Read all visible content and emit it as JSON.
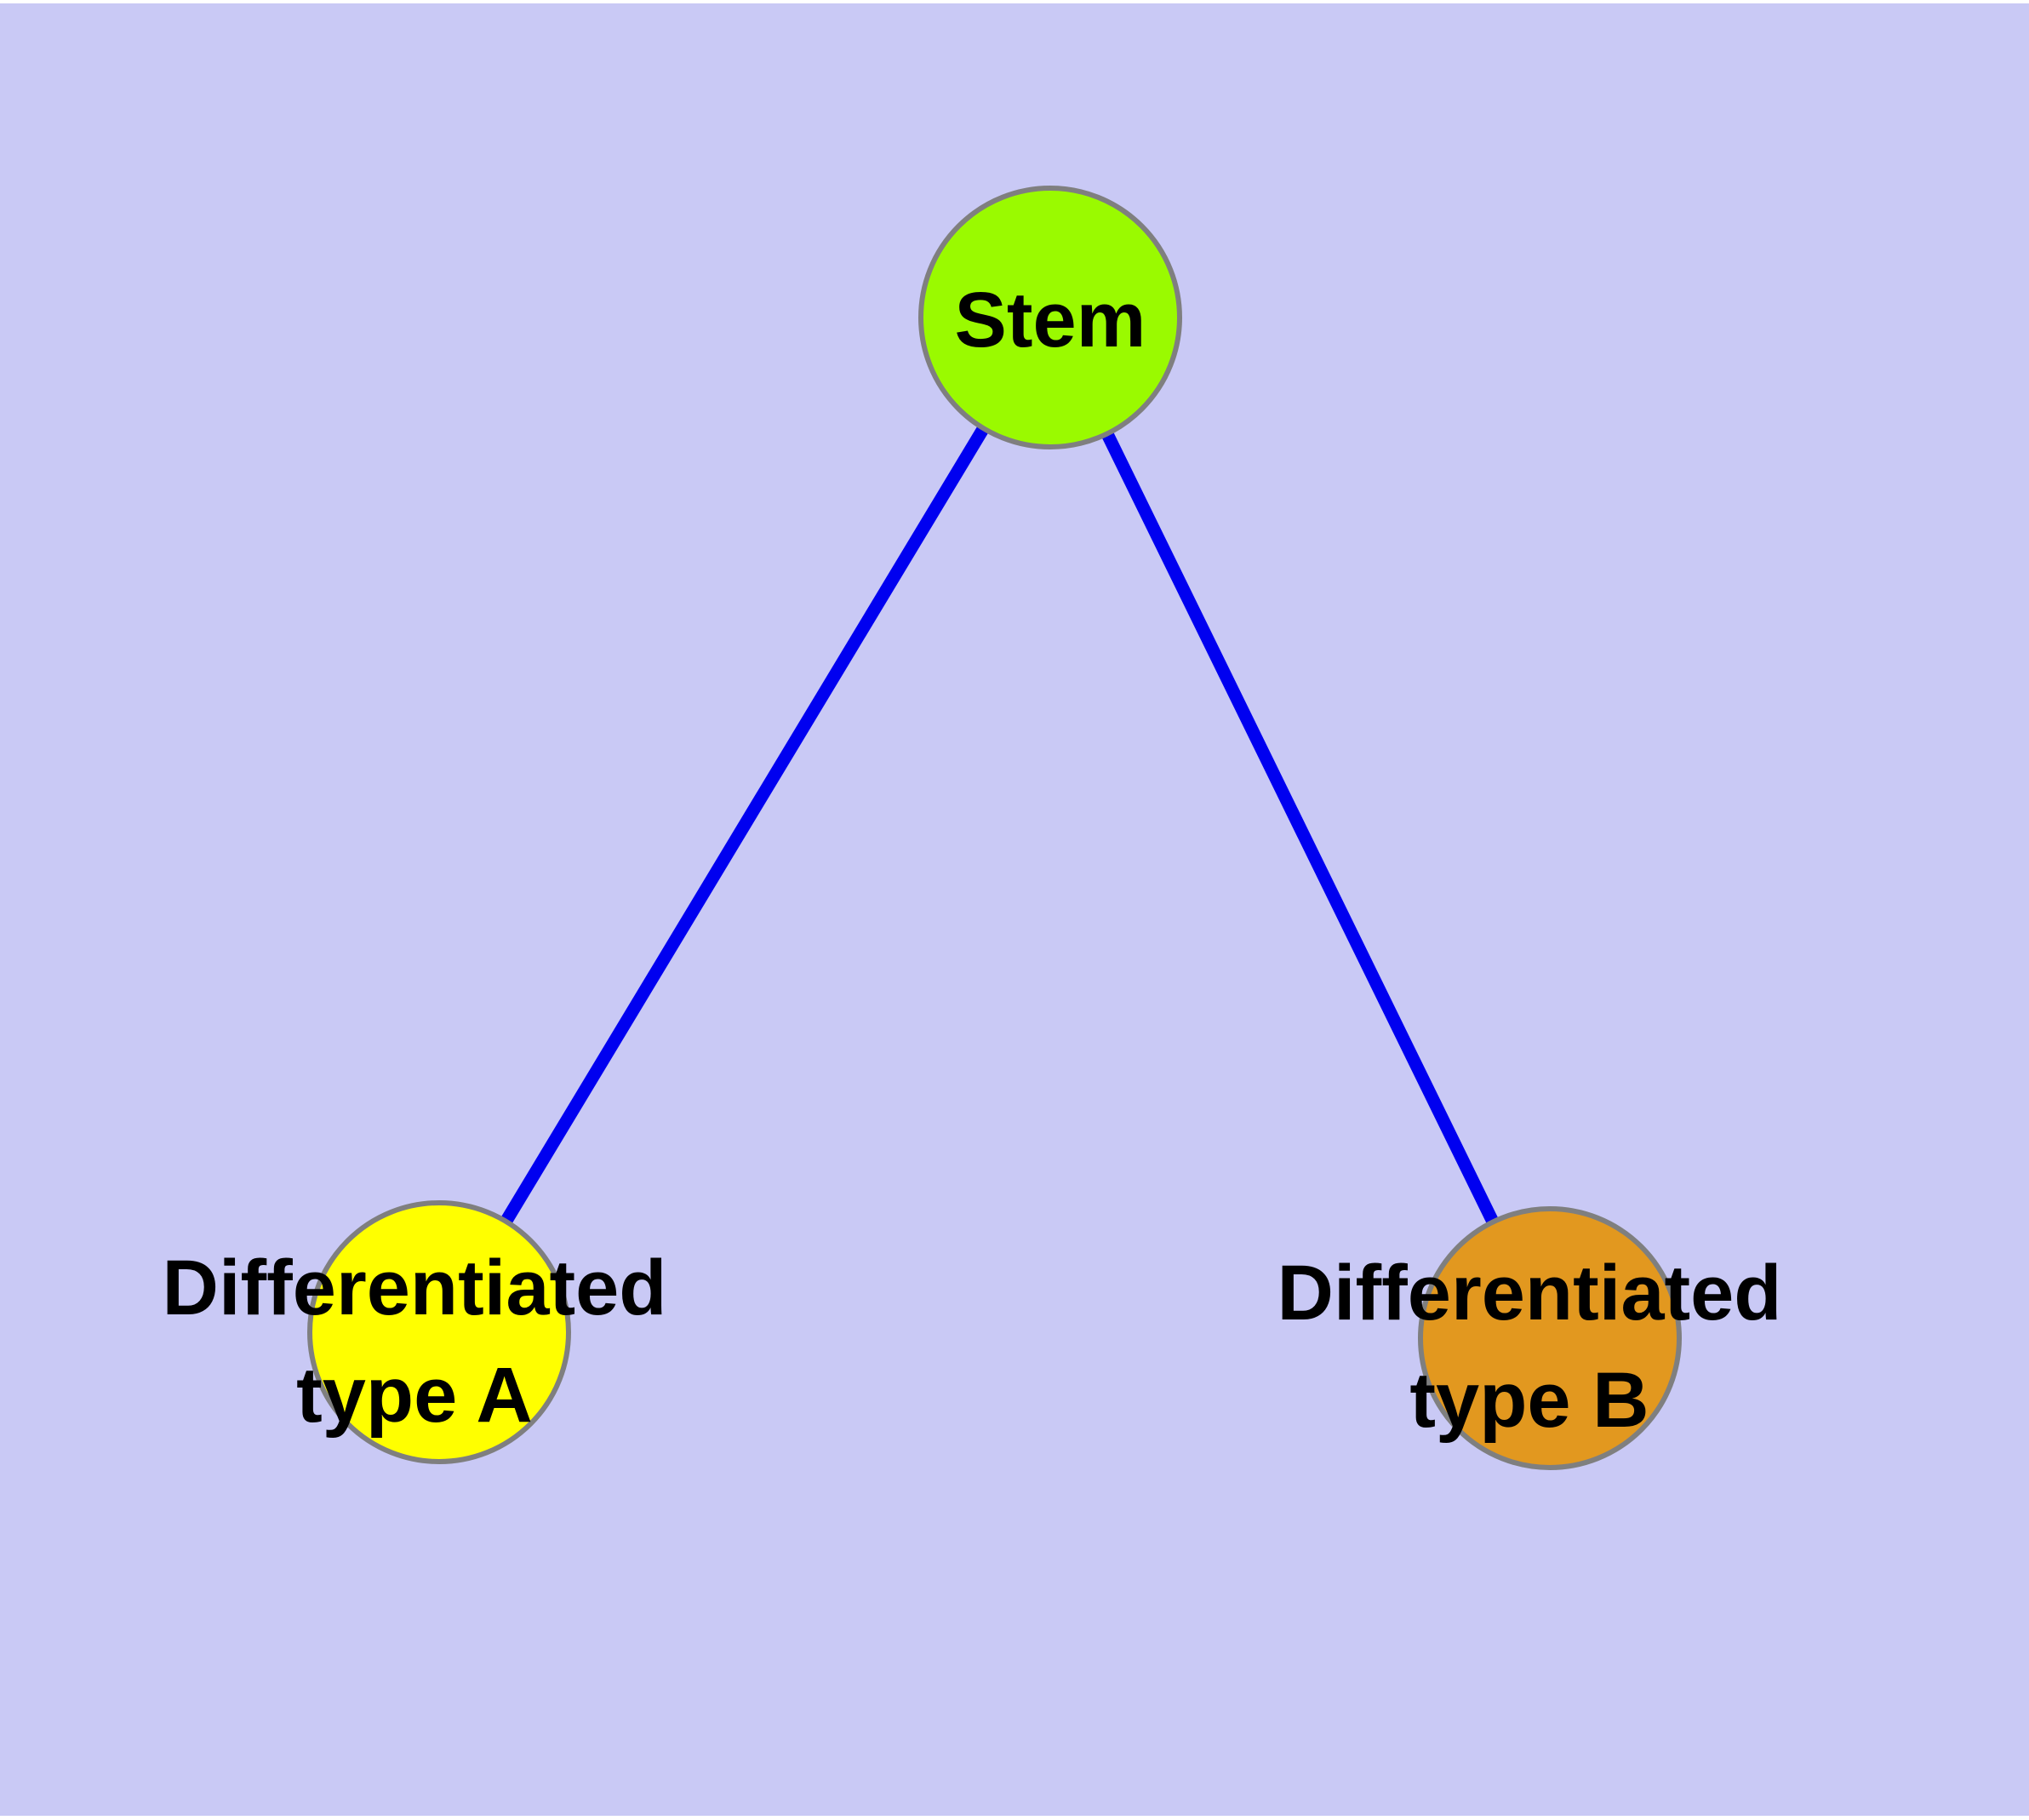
{
  "diagram": {
    "background_color": "#C9C9F5",
    "frame_color": "#FFFFFF",
    "edge_color": "#0000F0",
    "node_border_color": "#7F7F7F",
    "label_color": "#000000",
    "nodes": [
      {
        "id": "stem",
        "label": "Stem",
        "color": "#9AFA00"
      },
      {
        "id": "type_a",
        "label": "Differentiated\ntype A",
        "color": "#FFFF00"
      },
      {
        "id": "type_b",
        "label": "Differentiated\ntype B",
        "color": "#E2981F"
      }
    ],
    "edges": [
      {
        "from": "stem",
        "to": "type_a"
      },
      {
        "from": "stem",
        "to": "type_b"
      }
    ]
  }
}
